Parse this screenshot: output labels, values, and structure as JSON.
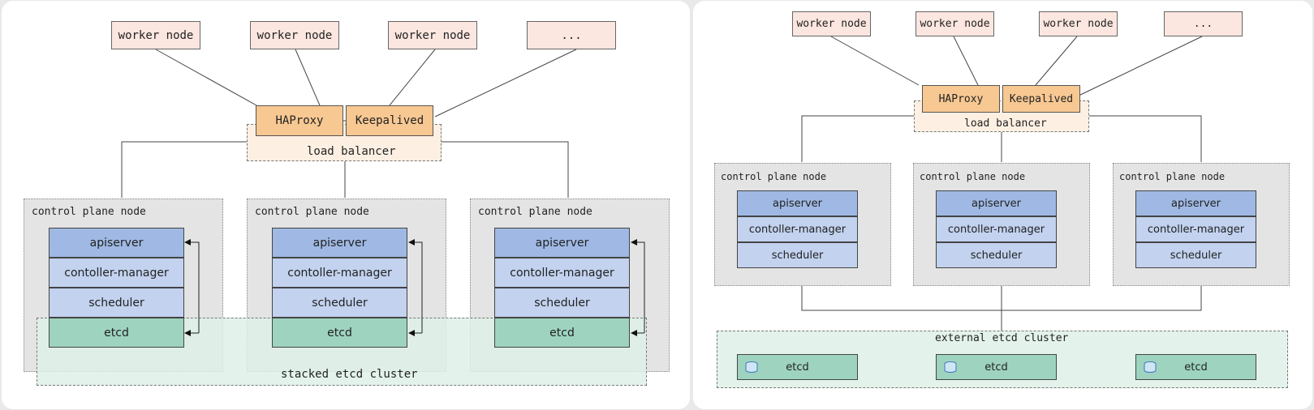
{
  "left": {
    "workers": [
      "worker node",
      "worker node",
      "worker node",
      "..."
    ],
    "haproxy": "HAProxy",
    "keepalived": "Keepalived",
    "load_balancer": "load balancer",
    "nodes": [
      {
        "title": "control plane node",
        "apiserver": "apiserver",
        "controller": "contoller-manager",
        "scheduler": "scheduler",
        "etcd": "etcd"
      },
      {
        "title": "control plane node",
        "apiserver": "apiserver",
        "controller": "contoller-manager",
        "scheduler": "scheduler",
        "etcd": "etcd"
      },
      {
        "title": "control plane node",
        "apiserver": "apiserver",
        "controller": "contoller-manager",
        "scheduler": "scheduler",
        "etcd": "etcd"
      }
    ],
    "etcd_cluster": "stacked etcd cluster"
  },
  "right": {
    "workers": [
      "worker node",
      "worker node",
      "worker node",
      "..."
    ],
    "haproxy": "HAProxy",
    "keepalived": "Keepalived",
    "load_balancer": "load balancer",
    "nodes": [
      {
        "title": "control plane node",
        "apiserver": "apiserver",
        "controller": "contoller-manager",
        "scheduler": "scheduler"
      },
      {
        "title": "control plane node",
        "apiserver": "apiserver",
        "controller": "contoller-manager",
        "scheduler": "scheduler"
      },
      {
        "title": "control plane node",
        "apiserver": "apiserver",
        "controller": "contoller-manager",
        "scheduler": "scheduler"
      }
    ],
    "etcd_cluster": "external etcd cluster",
    "etcd_nodes": [
      "etcd",
      "etcd",
      "etcd"
    ]
  },
  "colors": {
    "worker": "#fbe6e0",
    "load_balancer_bg": "#fdf0e3",
    "haproxy": "#f8c892",
    "apiserver": "#9fb9e4",
    "controller_scheduler": "#c2d2ef",
    "etcd": "#9ed3c0",
    "control_plane_bg": "#e4e4e4",
    "etcd_cluster_bg": "#def1e8"
  }
}
